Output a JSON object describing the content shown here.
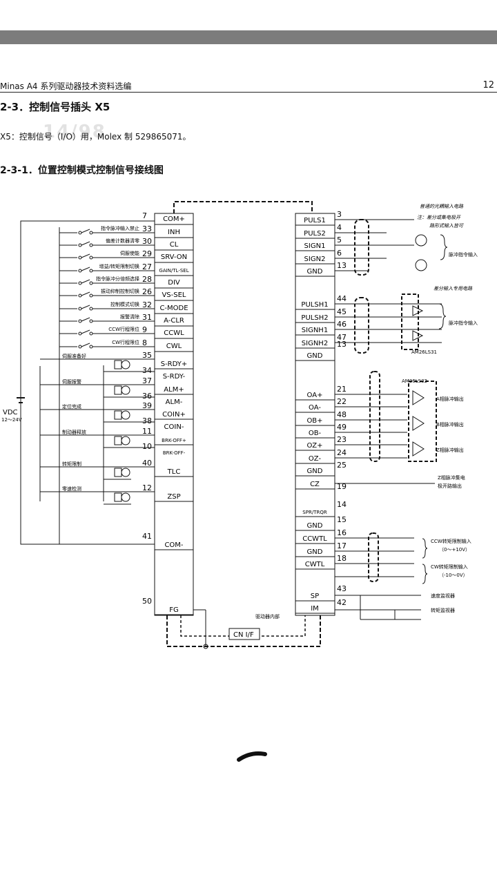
{
  "header": {
    "left": "Minas A4 系列驱动器技术资料选编",
    "page": "12"
  },
  "watermark": "14/98",
  "section_title": "2-3．控制信号插头 X5",
  "description": "X5：控制信号（I/O）用，Molex 制 529865071。",
  "subsection_title": "2-3-1．位置控制模式控制信号接线图",
  "vdc": {
    "label": "VDC",
    "range": "12～24V"
  },
  "left_pins": [
    {
      "num": "7",
      "name": "COM+",
      "desc": ""
    },
    {
      "num": "33",
      "name": "INH",
      "desc": "指令脉冲输入禁止"
    },
    {
      "num": "30",
      "name": "CL",
      "desc": "偏差计数器清零"
    },
    {
      "num": "29",
      "name": "SRV-ON",
      "desc": "伺服使能"
    },
    {
      "num": "27",
      "name": "GAIN/TL-SEL",
      "desc": "增益/转矩限制切换"
    },
    {
      "num": "28",
      "name": "DIV",
      "desc": "指令脉冲分倍频选择"
    },
    {
      "num": "26",
      "name": "VS-SEL",
      "desc": "振动抑制控制切换"
    },
    {
      "num": "32",
      "name": "C-MODE",
      "desc": "控制模式切换"
    },
    {
      "num": "31",
      "name": "A-CLR",
      "desc": "报警清除"
    },
    {
      "num": "9",
      "name": "CCWL",
      "desc": "CCW行程限位"
    },
    {
      "num": "8",
      "name": "CWL",
      "desc": "CW行程限位"
    }
  ],
  "left_outputs": [
    {
      "pin_plus": "35",
      "pin_minus": "34",
      "name_plus": "S-RDY+",
      "name_minus": "S-RDY-",
      "desc": "伺服准备好"
    },
    {
      "pin_plus": "37",
      "pin_minus": "36",
      "name_plus": "ALM+",
      "name_minus": "ALM-",
      "desc": "伺服报警"
    },
    {
      "pin_plus": "39",
      "pin_minus": "38",
      "name_plus": "COIN+",
      "name_minus": "COIN-",
      "desc": "定位完成"
    },
    {
      "pin_plus": "11",
      "pin_minus": "10",
      "name_plus": "BRK-OFF+",
      "name_minus": "BRK-OFF-",
      "desc": "制动器释放"
    },
    {
      "pin_plus": "40",
      "pin_minus": "",
      "name_plus": "TLC",
      "name_minus": "",
      "desc": "转矩限制"
    },
    {
      "pin_plus": "12",
      "pin_minus": "",
      "name_plus": "ZSP",
      "name_minus": "",
      "desc": "零速检测"
    }
  ],
  "left_misc": [
    {
      "num": "41",
      "name": "COM-"
    },
    {
      "num": "50",
      "name": "FG"
    }
  ],
  "right_pins": [
    {
      "num": "3",
      "name": "PULS1"
    },
    {
      "num": "4",
      "name": "PULS2"
    },
    {
      "num": "5",
      "name": "SIGN1"
    },
    {
      "num": "6",
      "name": "SIGN2"
    },
    {
      "num": "13",
      "name": "GND"
    },
    {
      "num": "44",
      "name": "PULSH1"
    },
    {
      "num": "45",
      "name": "PULSH2"
    },
    {
      "num": "46",
      "name": "SIGNH1"
    },
    {
      "num": "47",
      "name": "SIGNH2"
    },
    {
      "num": "13",
      "name": "GND"
    },
    {
      "num": "21",
      "name": "OA+"
    },
    {
      "num": "22",
      "name": "OA-"
    },
    {
      "num": "48",
      "name": "OB+"
    },
    {
      "num": "49",
      "name": "OB-"
    },
    {
      "num": "23",
      "name": "OZ+"
    },
    {
      "num": "24",
      "name": "OZ-"
    },
    {
      "num": "25",
      "name": "GND"
    },
    {
      "num": "19",
      "name": "CZ"
    },
    {
      "num": "14",
      "name": "SPR/TRQR"
    },
    {
      "num": "15",
      "name": "GND"
    },
    {
      "num": "16",
      "name": "CCWTL"
    },
    {
      "num": "17",
      "name": "GND"
    },
    {
      "num": "18",
      "name": "CWTL"
    },
    {
      "num": "43",
      "name": "SP"
    },
    {
      "num": "42",
      "name": "IM"
    }
  ],
  "right_notes": {
    "optocoupler_title": "普通的光耦输入电路",
    "optocoupler_note1": "注：差分或集电极开",
    "optocoupler_note2": "路形式输入皆可",
    "pulse_cmd_input": "脉冲指令输入",
    "diff_title": "差分输入专用电路",
    "pulse_cmd_input2": "脉冲指令输入",
    "am26ls31": "AM26LS31",
    "am26ls32": "AM26LS32",
    "a_out": "A相脉冲输出",
    "b_out": "B相脉冲输出",
    "z_out": "Z相脉冲输出",
    "cz_out1": "Z相脉冲集电",
    "cz_out2": "极开路输出",
    "ccw_tl1": "CCW转矩限制输入",
    "ccw_tl2": "（0～+10V）",
    "cw_tl1": "CW转矩限制输入",
    "cw_tl2": "（-10～0V）",
    "speed_mon": "速度监视器",
    "torque_mon": "转矩监视器",
    "inside": "驱动器内部",
    "cnif": "CN I/F"
  }
}
